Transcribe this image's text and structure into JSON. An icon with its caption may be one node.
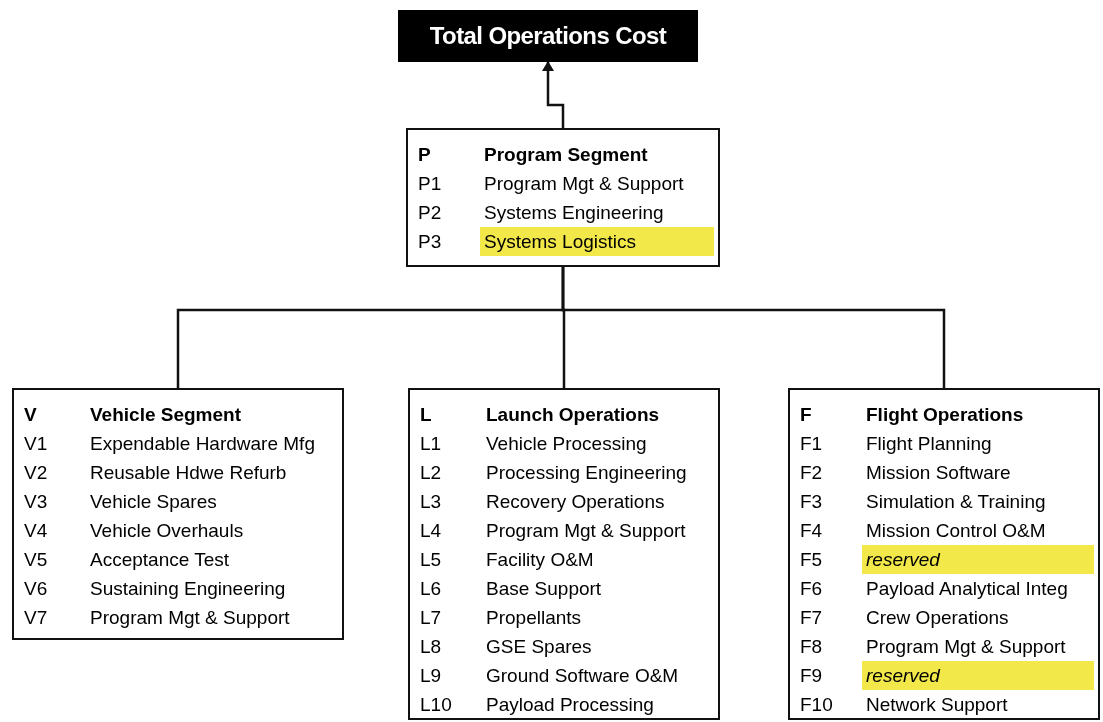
{
  "diagram": {
    "nodes": [
      {
        "text": [
          "Total Operations Cost"
        ]
      },
      {
        "text": [
          "P",
          "Program Segment",
          "P1",
          "Program Mgt & Support",
          "P2",
          "Systems Engineering",
          "P3",
          "Systems Logistics"
        ]
      },
      {
        "text": [
          "V",
          "Vehicle Segment",
          "V1",
          "Expendable Hardware Mfg",
          "V2",
          "Reusable Hdwe Refurb",
          "V3",
          "Vehicle Spares",
          "V4",
          "Vehicle Overhauls",
          "V5",
          "Acceptance Test",
          "V6",
          "Sustaining Engineering",
          "V7",
          "Program Mgt & Support"
        ]
      },
      {
        "text": [
          "L",
          "Launch Operations",
          "L1",
          "Vehicle Processing",
          "L2",
          "Processing Engineering",
          "L3",
          "Recovery Operations",
          "L4",
          "Program Mgt & Support",
          "L5",
          "Facility O&M",
          "L6",
          "Base Support",
          "L7",
          "Propellants",
          "L8",
          "GSE Spares",
          "L9",
          "Ground Software O&M",
          "L10",
          "Payload Processing"
        ]
      },
      {
        "text": [
          "F",
          "Flight Operations",
          "F1",
          "Flight Planning",
          "F2",
          "Mission Software",
          "F3",
          "Simulation & Training",
          "F4",
          "Mission Control O&M",
          "F5",
          "*reserved*",
          "F6",
          "Payload Analytical Integ",
          "F7",
          "Crew Operations",
          "F8",
          "Program Mgt & Support",
          "F9",
          "*reserved*",
          "F10",
          "Network Support"
        ]
      }
    ],
    "edges": [
      {
        "from": 1,
        "to": 0,
        "arrow": "to"
      },
      {
        "from": 2,
        "to": 1,
        "arrow": "none"
      },
      {
        "from": 3,
        "to": 1,
        "arrow": "none"
      },
      {
        "from": 4,
        "to": 1,
        "arrow": "none"
      }
    ]
  }
}
